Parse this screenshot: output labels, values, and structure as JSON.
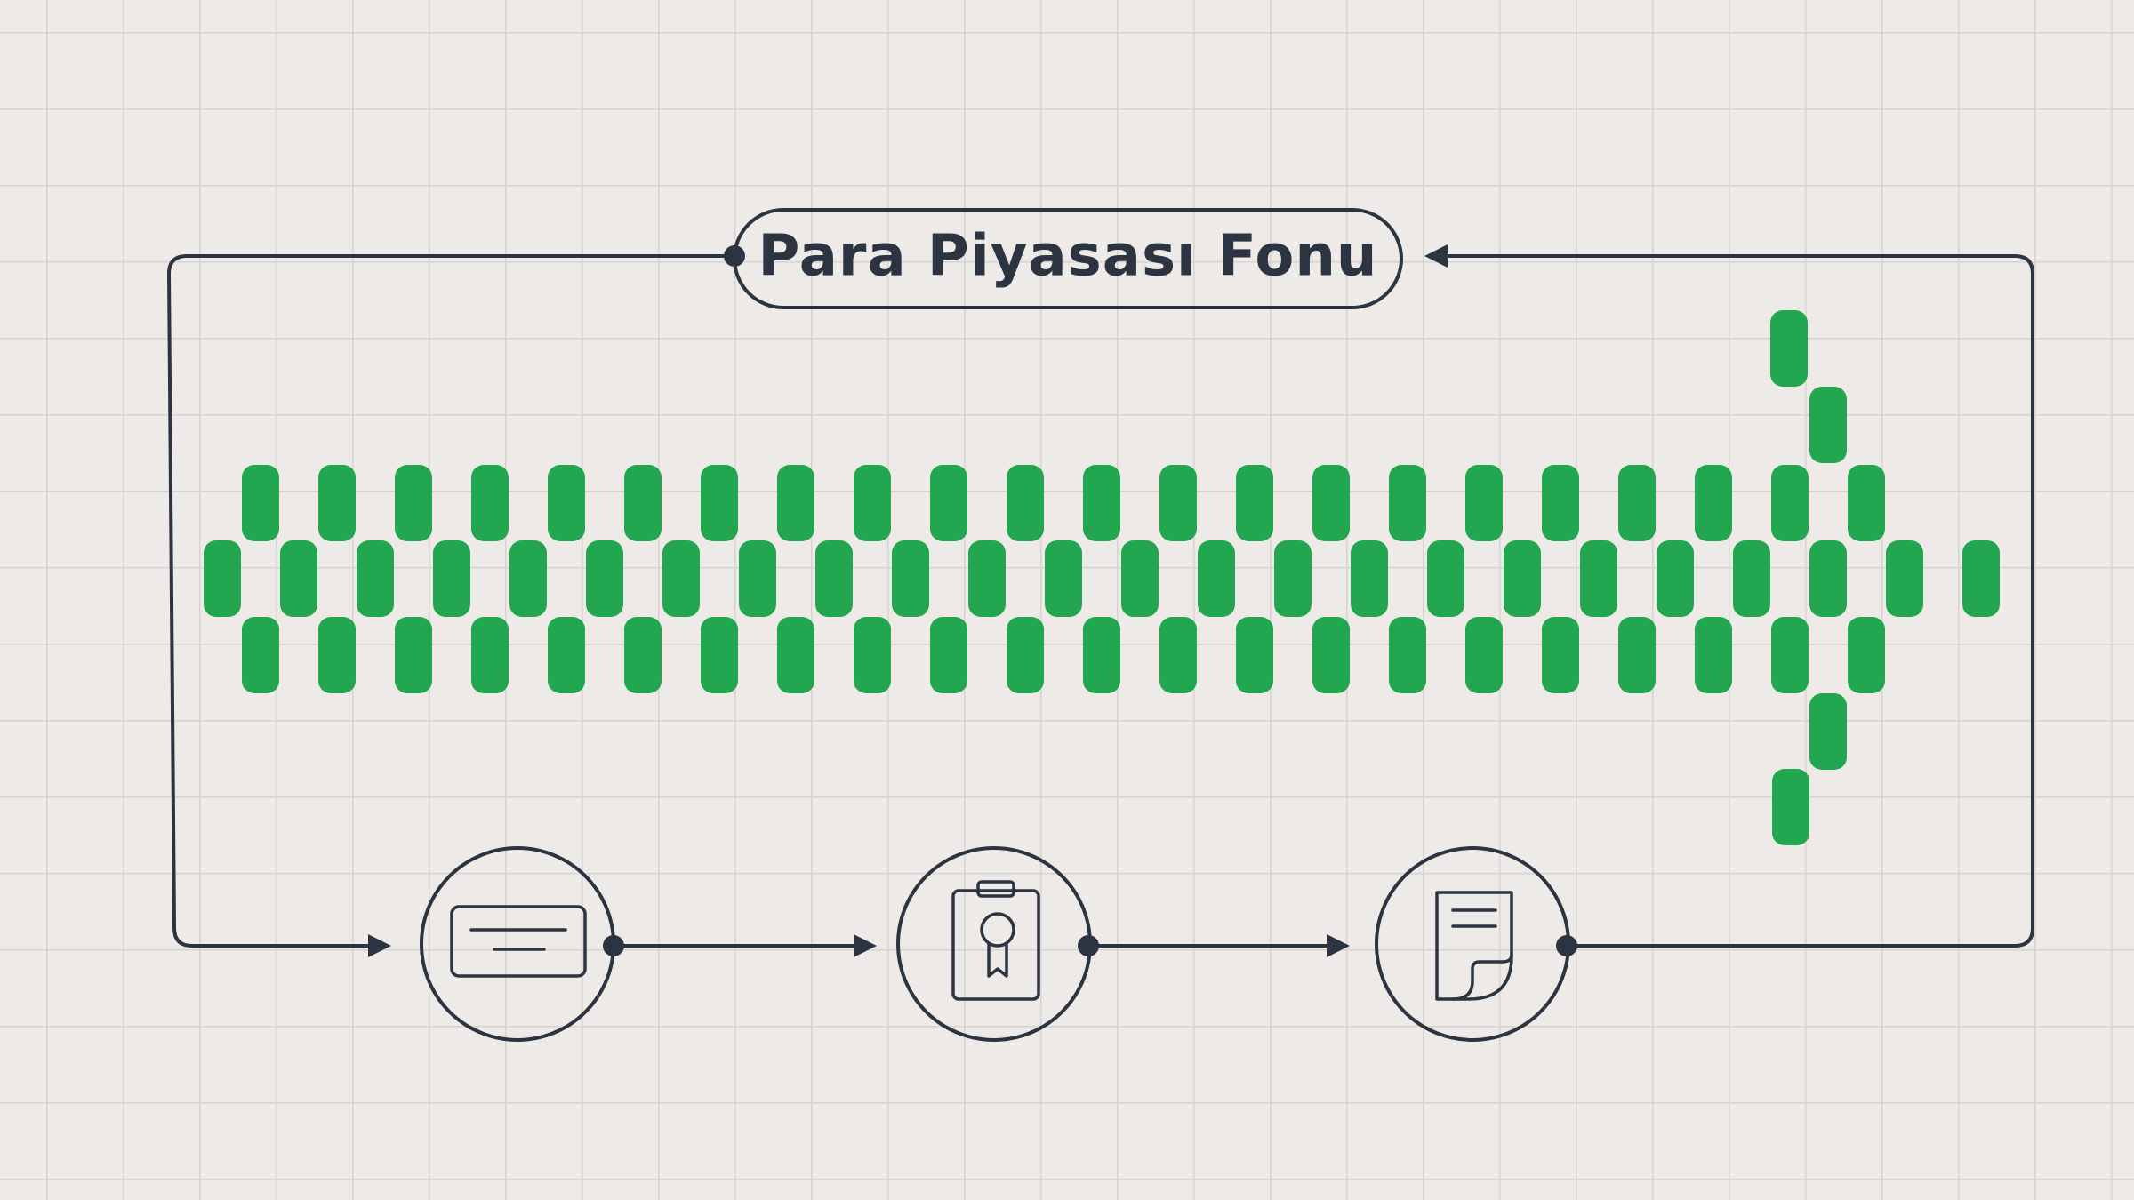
{
  "title": "Para Piyasası Fonu",
  "colors": {
    "background": "#eeeae7",
    "grid": "#d6d2cf",
    "line": "#2b3440",
    "accent": "#22a650"
  },
  "nodes": [
    {
      "id": "card",
      "icon": "card-icon"
    },
    {
      "id": "certificate",
      "icon": "certificate-icon"
    },
    {
      "id": "document",
      "icon": "document-icon"
    }
  ]
}
